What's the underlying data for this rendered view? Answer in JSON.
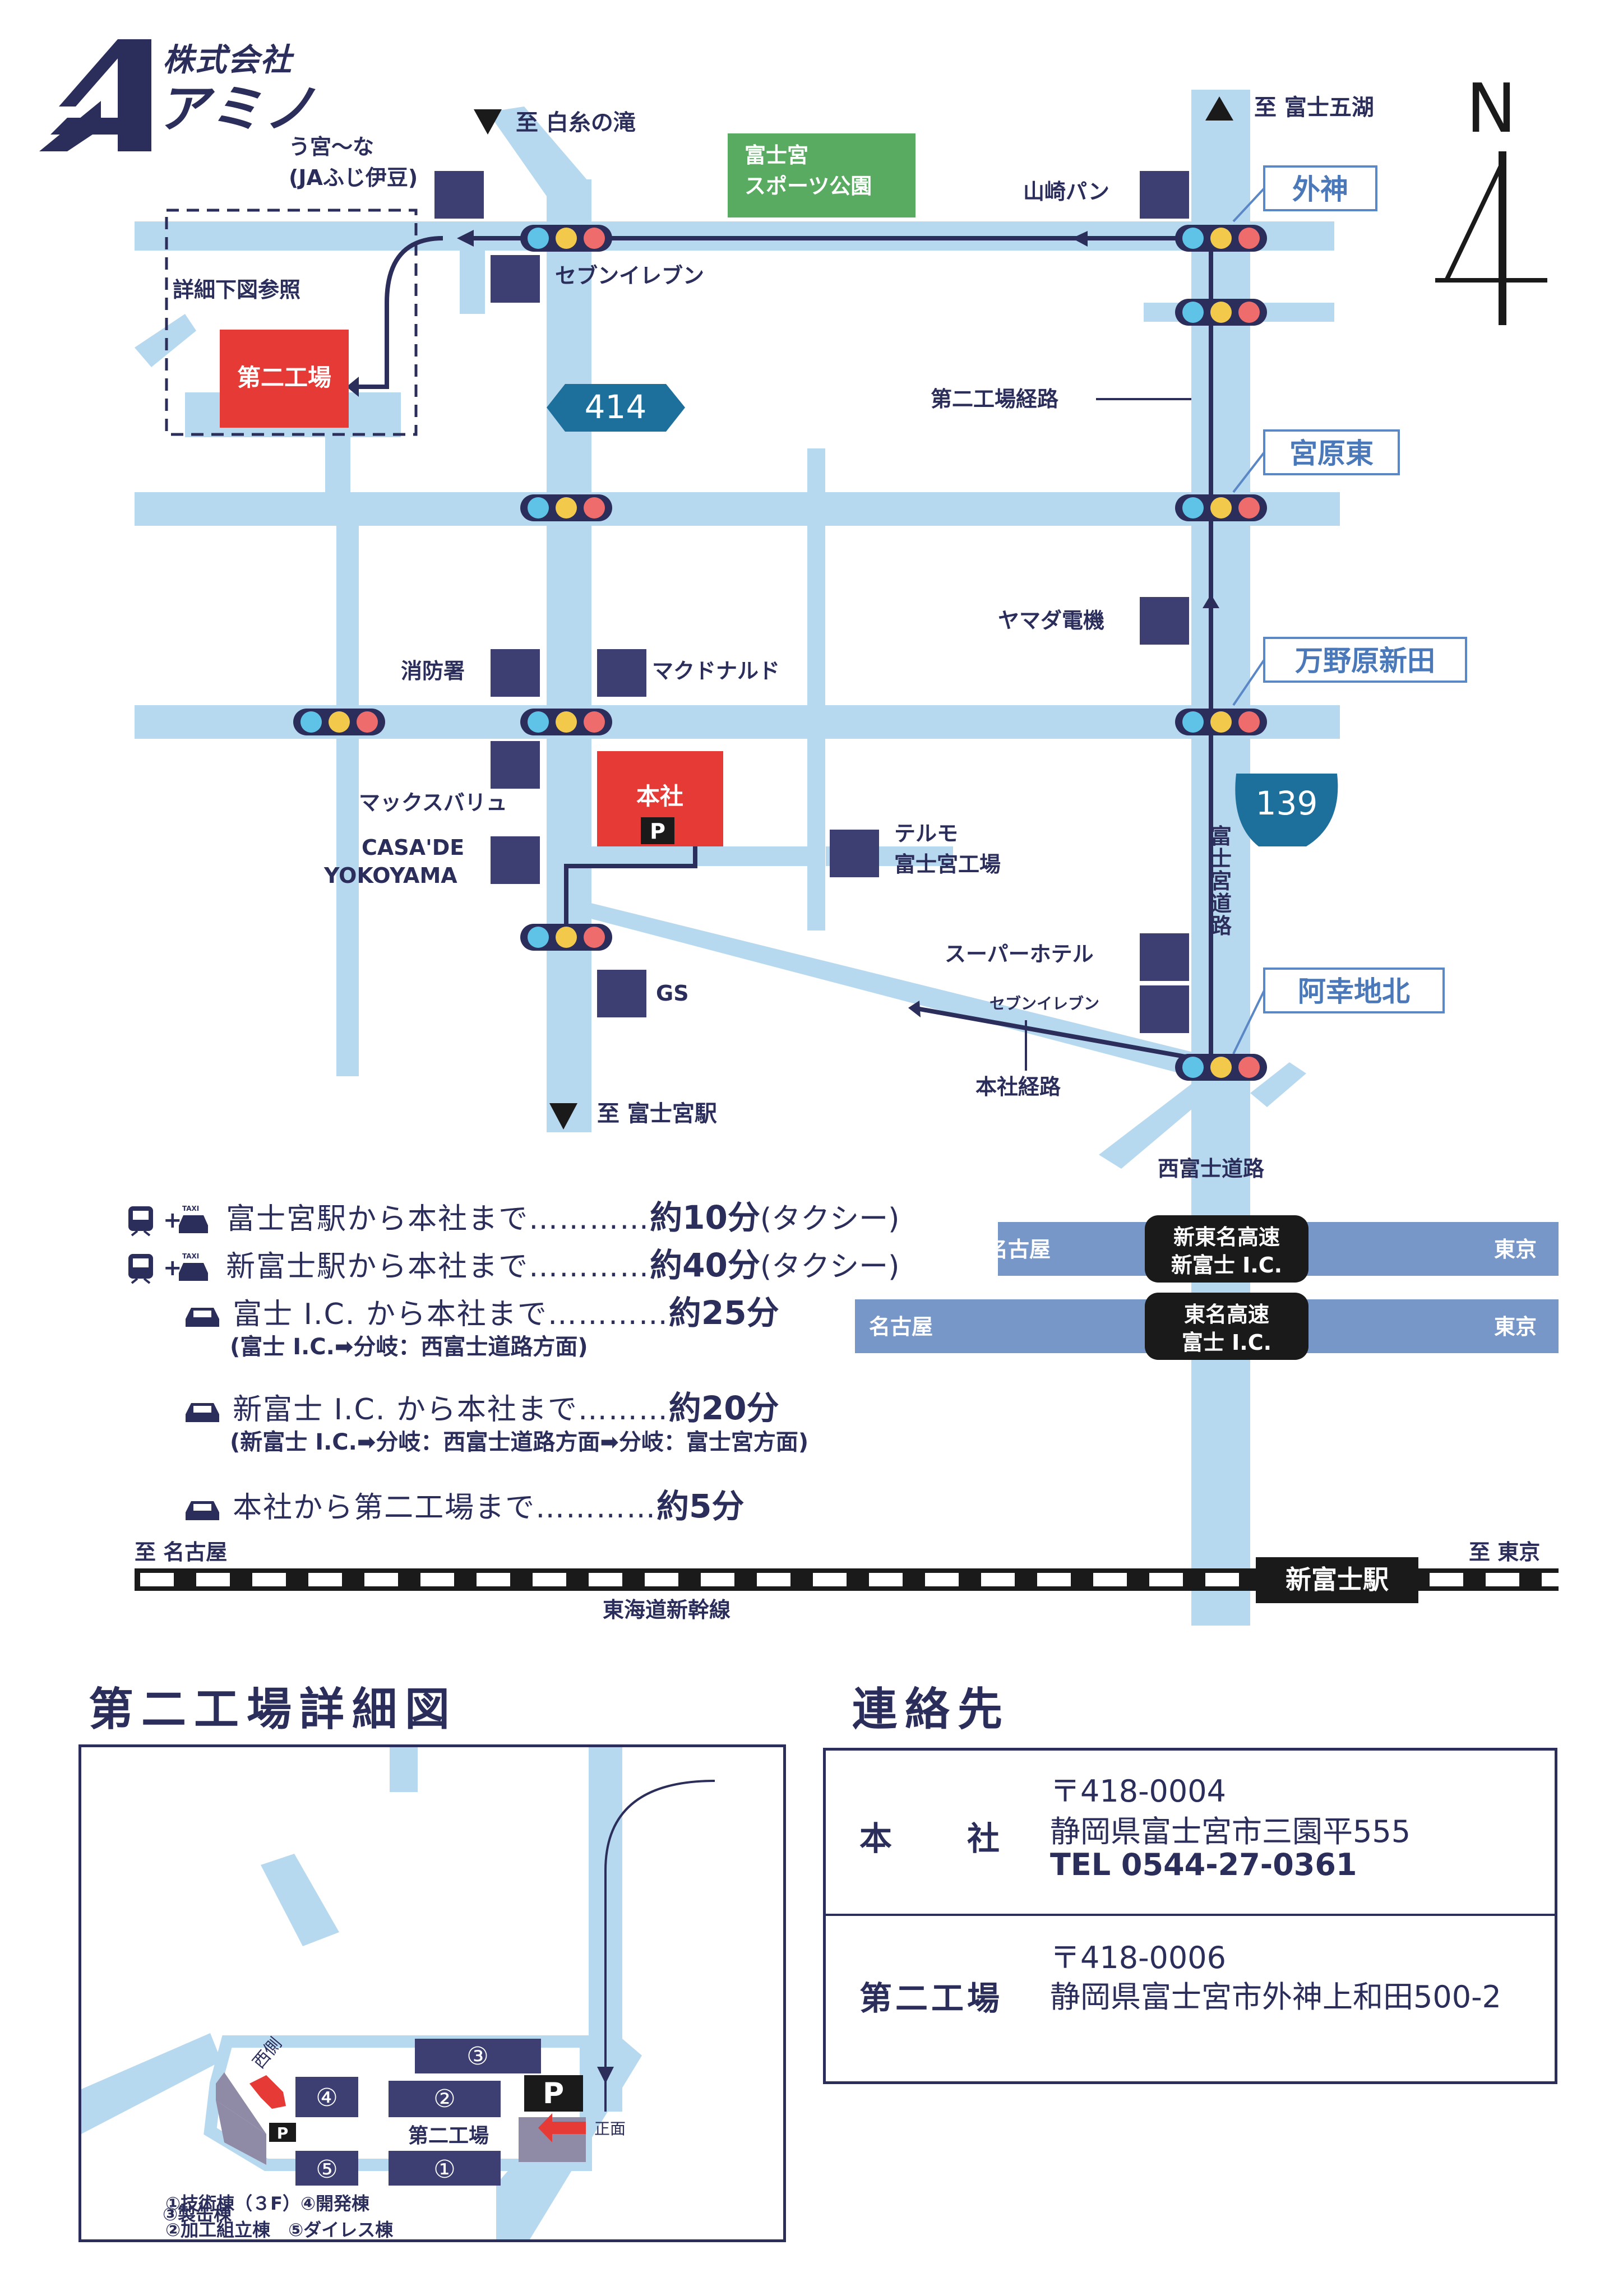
{
  "company": {
    "sub": "株式会社",
    "main": "アミノ"
  },
  "colors": {
    "road": "#b7d9f0",
    "navy": "#2b2d5a",
    "red": "#e63a36",
    "green": "#5aab62",
    "hwy_band": "#7897c9",
    "route_shield": "#1d6f9c",
    "signal_blue": "#5fc3e8",
    "signal_yellow": "#f2c94a",
    "signal_red": "#ee6c6c"
  },
  "map": {
    "north": "N",
    "dest_shiraito": "至 白糸の滝",
    "dest_fujigoko": "至 富士五湖",
    "dest_fujinomiya_sta": "至 富士宮駅",
    "sports_park": [
      "富士宮",
      "スポーツ公園"
    ],
    "umiyana": [
      "う宮～な",
      "(JAふじ伊豆)"
    ],
    "yamazaki": "山崎パン",
    "seven_top": "セブンイレブン",
    "detail_ref": "詳細下図参照",
    "factory2": "第二工場",
    "factory2_route": "第二工場経路",
    "r414": "414",
    "r139": "139",
    "int_sotogami": "外神",
    "int_miyaharahigashi": "宮原東",
    "int_mannohara": "万野原新田",
    "int_akouchikita": "阿幸地北",
    "yamada": "ヤマダ電機",
    "fire": "消防署",
    "mcd": "マクドナルド",
    "max": "マックスバリュ",
    "casa": [
      "CASA'DE",
      "YOKOYAMA"
    ],
    "hq": "本社",
    "parking": "P",
    "terumo": [
      "テルモ",
      "富士宮工場"
    ],
    "super_hotel": "スーパーホテル",
    "seven_mid": "セブンイレブン",
    "gs": "GS",
    "hq_route": "本社経路",
    "fujinomiya_road": "富士宮道路",
    "nishi_fuji_road": "西富士道路",
    "shintomei": [
      "新東名高速",
      "新富士 I.C."
    ],
    "tomei": [
      "東名高速",
      "富士 I.C."
    ],
    "nagoya1": "名古屋",
    "tokyo1": "東京",
    "nagoya2": "名古屋",
    "tokyo2": "東京",
    "to_nagoya": "至 名古屋",
    "to_tokyo": "至 東京",
    "shinkansen": "東海道新幹線",
    "shinfuji_sta": "新富士駅"
  },
  "routes": [
    {
      "lead": "富士宮駅から本社まで…………",
      "time": "約10分",
      "note": "(タクシー)"
    },
    {
      "lead": "新富士駅から本社まで…………",
      "time": "約40分",
      "note": "(タクシー)"
    },
    {
      "lead": "富士 I.C. から本社まで…………",
      "time": "約25分",
      "sub": "(富士 I.C.➡分岐：西富士道路方面)"
    },
    {
      "lead": "新富士 I.C. から本社まで………",
      "time": "約20分",
      "sub": "(新富士 I.C.➡分岐：西富士道路方面➡分岐：富士宮方面)"
    },
    {
      "lead": "本社から第二工場まで…………",
      "time": "約5分"
    }
  ],
  "taxi_label": "TAXI",
  "detail": {
    "title": "第二工場詳細図",
    "west": "西側",
    "front": "正面",
    "factory_label": "第二工場",
    "p": "P",
    "b1": "①",
    "b2": "②",
    "b3": "③",
    "b4": "④",
    "b5": "⑤",
    "legend": [
      "①技術棟（３F）④開発棟",
      "②加工組立棟　⑤ダイレス棟",
      "③製缶棟"
    ]
  },
  "contact": {
    "title": "連絡先",
    "hq": {
      "name": "本　　社",
      "zip": "〒418-0004",
      "addr": "静岡県富士宮市三園平555",
      "tel": "TEL 0544-27-0361"
    },
    "f2": {
      "name": "第二工場",
      "zip": "〒418-0006",
      "addr": "静岡県富士宮市外神上和田500-2"
    }
  }
}
